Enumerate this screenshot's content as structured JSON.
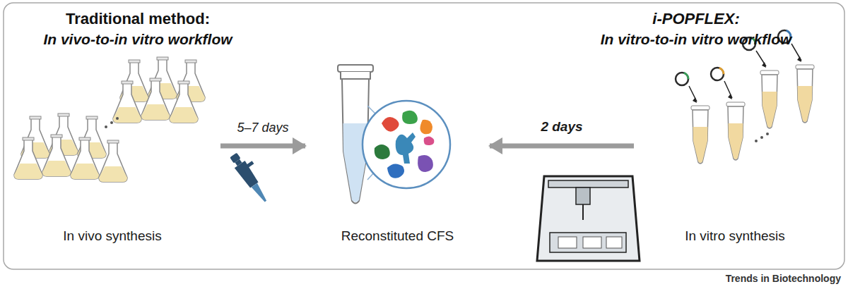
{
  "diagram": {
    "nodes": [
      {
        "text": [
          "In vivo synthesis"
        ]
      },
      {
        "text": [
          "Reconstituted CFS"
        ]
      },
      {
        "text": [
          "In vitro synthesis"
        ]
      }
    ],
    "edges": [
      {
        "from": 0,
        "to": 1,
        "label": "5–7 days",
        "arrow": "to"
      },
      {
        "from": 2,
        "to": 1,
        "label": "2 days",
        "arrow": "to"
      }
    ],
    "labels": [
      "Traditional method:",
      "In vivo-to-in vitro workflow",
      "i-POPFLEX:",
      "In vitro-to-in vitro workflow",
      "Trends in Biotechnology"
    ]
  }
}
